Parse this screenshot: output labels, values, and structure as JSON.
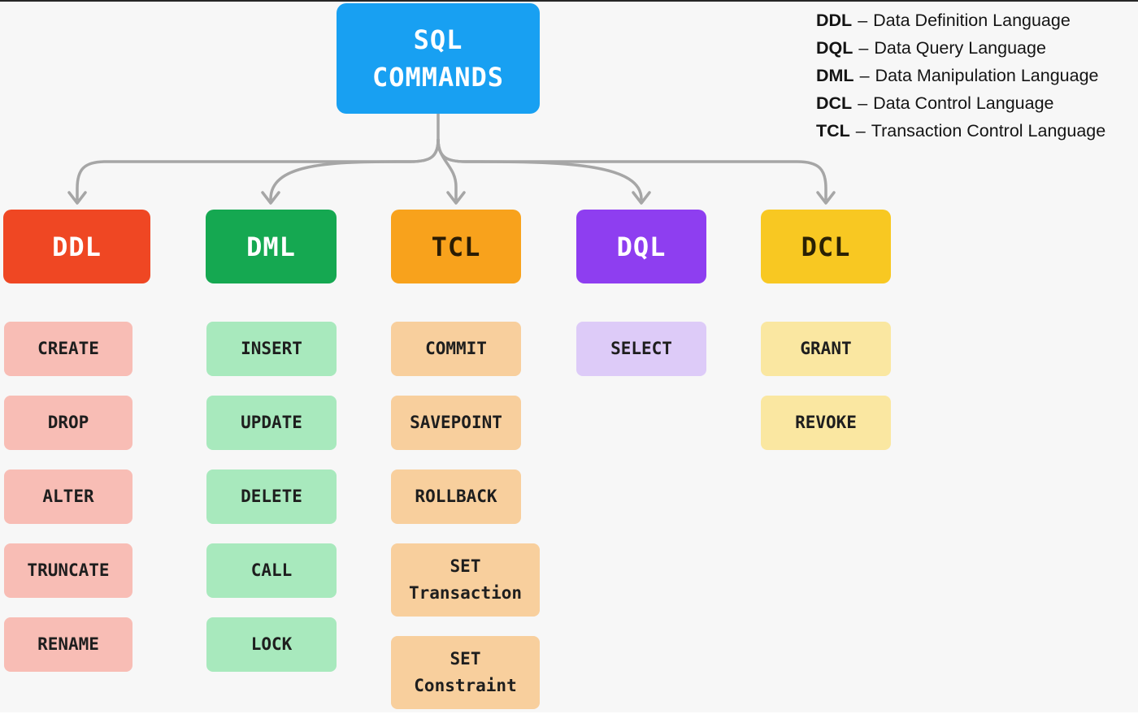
{
  "title": {
    "line1": "SQL",
    "line2": "COMMANDS"
  },
  "legend": {
    "dash": "–",
    "items": [
      {
        "abbr": "DDL",
        "name": "Data Definition Language"
      },
      {
        "abbr": "DQL",
        "name": "Data Query Language"
      },
      {
        "abbr": "DML",
        "name": "Data Manipulation Language"
      },
      {
        "abbr": "DCL",
        "name": "Data Control Language"
      },
      {
        "abbr": "TCL",
        "name": "Transaction Control Language"
      }
    ]
  },
  "categories": [
    {
      "key": "ddl",
      "label": "DDL",
      "commands": [
        "CREATE",
        "DROP",
        "ALTER",
        "TRUNCATE",
        "RENAME"
      ]
    },
    {
      "key": "dml",
      "label": "DML",
      "commands": [
        "INSERT",
        "UPDATE",
        "DELETE",
        "CALL",
        "LOCK"
      ]
    },
    {
      "key": "tcl",
      "label": "TCL",
      "commands": [
        "COMMIT",
        "SAVEPOINT",
        "ROLLBACK",
        "SET Transaction",
        "SET Constraint"
      ]
    },
    {
      "key": "dql",
      "label": "DQL",
      "commands": [
        "SELECT"
      ]
    },
    {
      "key": "dcl",
      "label": "DCL",
      "commands": [
        "GRANT",
        "REVOKE"
      ]
    }
  ],
  "colors": {
    "background": "#f7f7f7",
    "top_border": "#262626",
    "arrow": "#a6a6a6",
    "legend_text": "#141414",
    "root": {
      "bg": "#18a0f2",
      "fg": "#ffffff"
    },
    "ddl": {
      "header_bg": "#ef4723",
      "header_fg": "#ffffff",
      "item_bg": "#f8bdb5",
      "item_fg": "#1e1e1e"
    },
    "dml": {
      "header_bg": "#15a851",
      "header_fg": "#ffffff",
      "item_bg": "#a8e9bd",
      "item_fg": "#1e1e1e"
    },
    "tcl": {
      "header_bg": "#f8a21c",
      "header_fg": "#2a1c04",
      "item_bg": "#f8cf9d",
      "item_fg": "#1e1e1e"
    },
    "dql": {
      "header_bg": "#8e3ef0",
      "header_fg": "#ffffff",
      "item_bg": "#ddcbf8",
      "item_fg": "#1e1e1e"
    },
    "dcl": {
      "header_bg": "#f8c822",
      "header_fg": "#2a2104",
      "item_bg": "#fae7a1",
      "item_fg": "#1e1e1e"
    }
  }
}
